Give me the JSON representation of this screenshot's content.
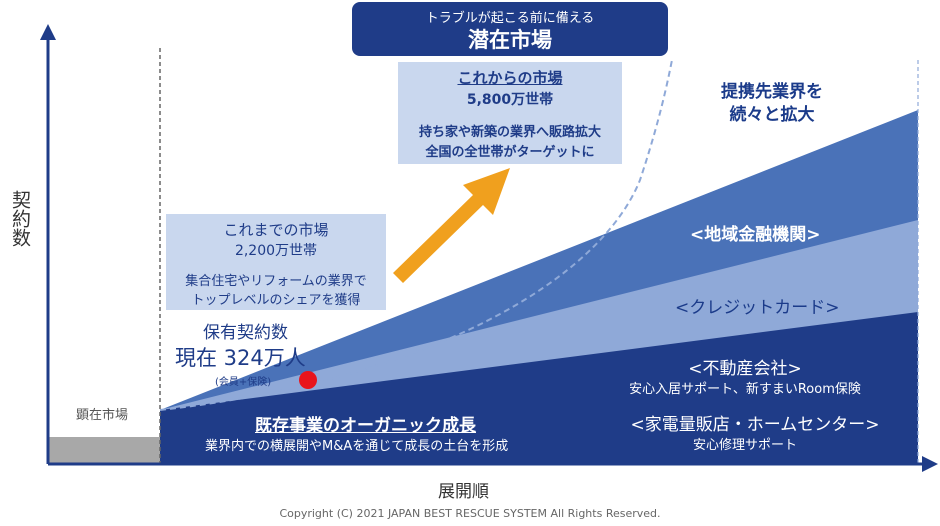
{
  "top_banner": {
    "subtitle": "トラブルが起こる前に備える",
    "title": "潜在市場"
  },
  "y_axis_label": "契約数",
  "x_axis_label": "展開順",
  "future_market": {
    "heading": "これからの市場",
    "households": "5,800万世帯",
    "line1": "持ち家や新築の業界へ販路拡大",
    "line2": "全国の全世帯がターゲットに"
  },
  "partner_expansion": {
    "line1": "提携先業界を",
    "line2": "続々と拡大"
  },
  "past_market": {
    "heading": "これまでの市場",
    "households": "2,200万世帯",
    "line1": "集合住宅やリフォームの業界で",
    "line2": "トップレベルのシェアを獲得"
  },
  "contracts": {
    "label": "保有契約数",
    "value": "現在 324万人",
    "note": "(会員+保険)"
  },
  "manifest_market": "顕在市場",
  "bands": {
    "regional_finance": "<地域金融機関>",
    "credit_card": "<クレジットカード>",
    "real_estate": "<不動産会社>",
    "real_estate_sub": "安心入居サポート、新すまいRoom保険",
    "electronics": "<家電量販店・ホームセンター>",
    "electronics_sub": "安心修理サポート"
  },
  "organic_growth": {
    "title": "既存事業のオーガニック成長",
    "subtitle": "業界内での横展開やM&Aを通じて成長の土台を形成"
  },
  "copyright": "Copyright (C) 2021 JAPAN BEST RESCUE SYSTEM All Rights Reserved.",
  "colors": {
    "navy": "#1f3c88",
    "mid_blue": "#4a72b8",
    "light_blue": "#8fa9d8",
    "callout_bg": "#c9d7ee",
    "arrow_orange": "#f0a01e",
    "marker_red": "#e8141c"
  }
}
